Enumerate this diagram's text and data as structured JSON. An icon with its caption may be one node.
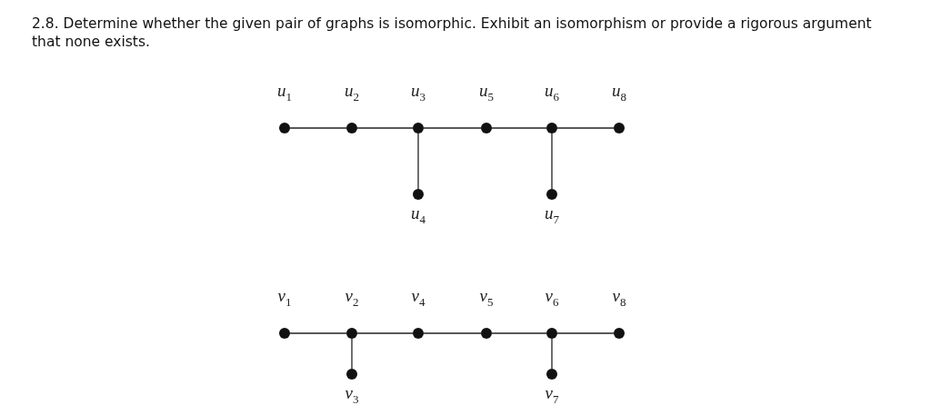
{
  "diagram": {
    "title": "2.8. Determine whether the given pair of graphs is isomorphic. Exhibit an isomorphism or provide a rigorous argument that none exists.",
    "nodes": [
      {
        "text": [
          "*u*$_{1}$"
        ]
      },
      {
        "text": [
          "*u*$_{2}$"
        ]
      },
      {
        "text": [
          "*u*$_{3}$"
        ]
      },
      {
        "text": [
          "*u*$_{5}$"
        ]
      },
      {
        "text": [
          "*u*$_{6}$"
        ]
      },
      {
        "text": [
          "*u*$_{8}$"
        ]
      },
      {
        "text": [
          "*u*$_{4}$"
        ]
      },
      {
        "text": [
          "*u*$_{7}$"
        ]
      },
      {
        "text": [
          "*v*$_{1}$"
        ]
      },
      {
        "text": [
          "*v*$_{2}$"
        ]
      },
      {
        "text": [
          "*v*$_{4}$"
        ]
      },
      {
        "text": [
          "*v*$_{5}$"
        ]
      },
      {
        "text": [
          "*v*$_{6}$"
        ]
      },
      {
        "text": [
          "*v*$_{8}$"
        ]
      },
      {
        "text": [
          "*v*$_{3}$"
        ]
      },
      {
        "text": [
          "*v*$_{7}$"
        ]
      }
    ],
    "edges": [
      {
        "from": 0,
        "to": 1,
        "arrow": "none"
      },
      {
        "from": 1,
        "to": 2,
        "arrow": "none"
      },
      {
        "from": 2,
        "to": 3,
        "arrow": "none"
      },
      {
        "from": 3,
        "to": 4,
        "arrow": "none"
      },
      {
        "from": 4,
        "to": 5,
        "arrow": "none"
      },
      {
        "from": 2,
        "to": 6,
        "arrow": "none"
      },
      {
        "from": 4,
        "to": 7,
        "arrow": "none"
      },
      {
        "from": 8,
        "to": 9,
        "arrow": "none"
      },
      {
        "from": 9,
        "to": 10,
        "arrow": "none"
      },
      {
        "from": 10,
        "to": 11,
        "arrow": "none"
      },
      {
        "from": 11,
        "to": 12,
        "arrow": "none"
      },
      {
        "from": 12,
        "to": 13,
        "arrow": "none"
      },
      {
        "from": 9,
        "to": 14,
        "arrow": "none"
      },
      {
        "from": 12,
        "to": 15,
        "arrow": "none"
      }
    ]
  }
}
